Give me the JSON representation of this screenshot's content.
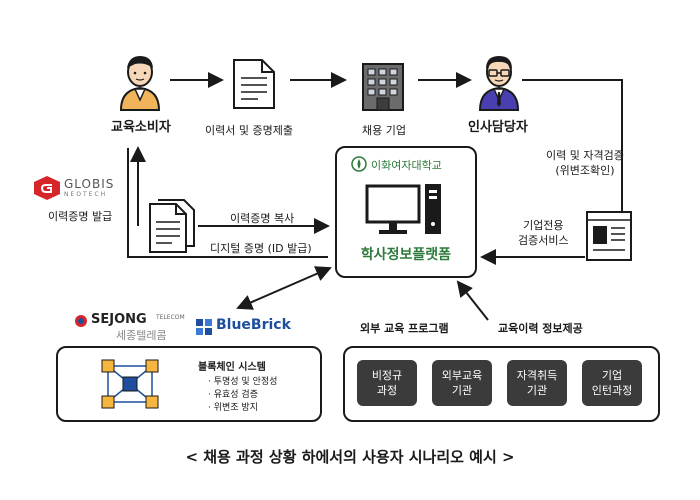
{
  "nodes": {
    "consumer": "교육소비자",
    "company": "채용 기업",
    "hr_manager": "인사담당자",
    "platform_name": "학사정보플랫폼",
    "university": "이화여자대학교"
  },
  "edges": {
    "submit_resume": "이력서 및 증명제출",
    "issue_resume_cert": "이력증명 발급",
    "copy_resume_cert": "이력증명 복사",
    "digital_cert": "디지털 증명 (ID 발급)",
    "verify_resume": "이력 및 자격검증\n(위변조확인)",
    "enterprise_service": "기업전용\n검증서비스",
    "external_programs": "외부 교육 프로그램",
    "education_history": "교육이력 정보제공"
  },
  "logos": {
    "globis": "GLOBIS",
    "globis_sub": "NEOTECH",
    "sejong": "SEJONG",
    "sejong_sub": "TELECOM",
    "sejong_ko": "세종텔레콤",
    "bluebrick": "BlueBrick"
  },
  "blockchain": {
    "title": "블록체인 시스템",
    "features": [
      "· 투명성 및 안정성",
      "· 유효성 검증",
      "· 위변조 방지"
    ]
  },
  "programs": [
    {
      "label": "비정규\n과정"
    },
    {
      "label": "외부교육\n기관"
    },
    {
      "label": "자격취득\n기관"
    },
    {
      "label": "기업\n인턴과정"
    }
  ],
  "footer": "< 채용 과정 상황 하에서의 사용자 시나리오 예시 >",
  "colors": {
    "skin": "#f6d7b8",
    "consumer_suit": "#f2b45a",
    "hr_suit": "#4a3fb0",
    "building": "#6b6b6b",
    "green": "#2d7a3a",
    "navy": "#1e4e9c",
    "orange": "#f6b53f",
    "red": "#d7262a"
  }
}
